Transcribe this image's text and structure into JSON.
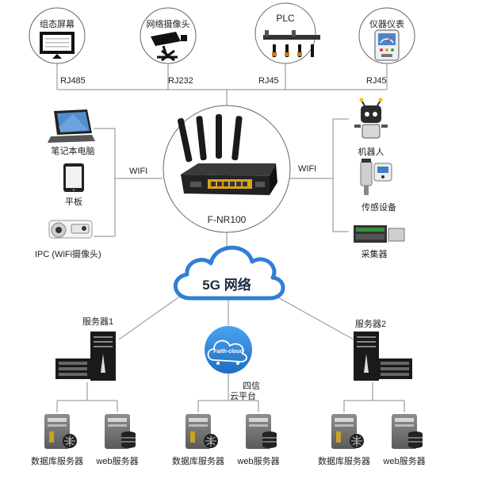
{
  "devices_top": {
    "display": "组态屏幕",
    "camera": "网络摄像头",
    "plc": "PLC",
    "meter": "仪器仪表"
  },
  "ports": {
    "rj485": "RJ485",
    "rj232": "RJ232",
    "rj45_a": "RJ45",
    "rj45_b": "RJ45"
  },
  "left_devices": {
    "laptop": "笔记本电脑",
    "tablet": "平板",
    "ipc": "IPC (WiFi摄像头)"
  },
  "right_devices": {
    "robot": "机器人",
    "sensor": "传感设备",
    "collector": "采集器"
  },
  "links": {
    "wifi_left": "WIFI",
    "wifi_right": "WIFI"
  },
  "router": {
    "model": "F-NR100"
  },
  "network": {
    "label": "5G 网络"
  },
  "cloud_platform": {
    "logo": "Faith-cloud",
    "line1": "四信",
    "line2": "云平台"
  },
  "servers": {
    "server1": "服务器1",
    "server2": "服务器2"
  },
  "bottom": {
    "db1": "数据库服务器",
    "web1": "web服务器",
    "db2": "数据库服务器",
    "web2": "web服务器",
    "db3": "数据库服务器",
    "web3": "web服务器"
  },
  "colors": {
    "line": "#8a8a8a",
    "cloud": "#2f7fd6",
    "dark": "#111111",
    "router_accent": "#d9a21e"
  }
}
